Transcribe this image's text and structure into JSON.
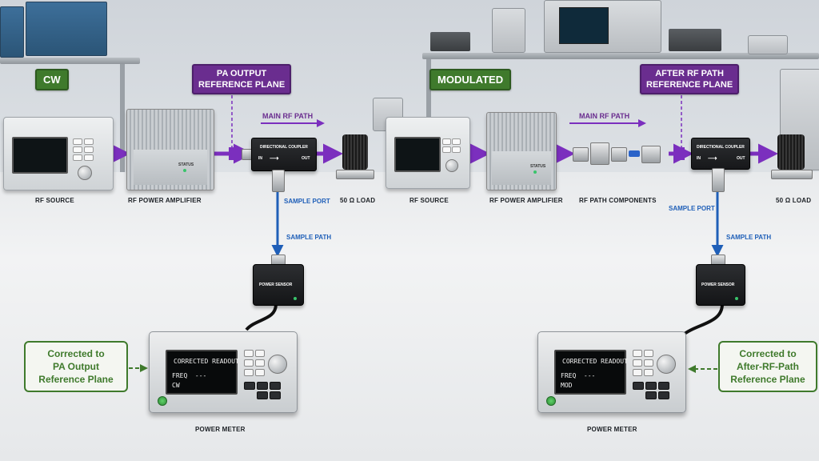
{
  "left": {
    "mode_label": "CW",
    "ref_plane_label": "PA OUTPUT\nREFERENCE PLANE",
    "main_path_label": "MAIN RF PATH",
    "sample_port_label": "SAMPLE PORT",
    "sample_path_label": "SAMPLE PATH",
    "rf_source_label": "RF SOURCE",
    "amp_label": "RF POWER AMPLIFIER",
    "amp_status": "STATUS",
    "load_label": "50 Ω LOAD",
    "coupler_title": "DIRECTIONAL COUPLER",
    "coupler_in": "IN",
    "coupler_out": "OUT",
    "sensor_label": "POWER SENSOR",
    "meter_label": "POWER METER",
    "readout_title": "CORRECTED READOUT",
    "readout_freq": "FREQ  ---",
    "readout_mode": "CW",
    "corrected_note": "Corrected to\nPA Output\nReference Plane"
  },
  "right": {
    "mode_label": "MODULATED",
    "ref_plane_label": "AFTER RF PATH\nREFERENCE PLANE",
    "main_path_label": "MAIN RF PATH",
    "sample_port_label": "SAMPLE PORT",
    "sample_path_label": "SAMPLE PATH",
    "rf_source_label": "RF SOURCE",
    "amp_label": "RF POWER AMPLIFIER",
    "amp_status": "STATUS",
    "path_components_label": "RF PATH COMPONENTS",
    "load_label": "50 Ω LOAD",
    "coupler_title": "DIRECTIONAL COUPLER",
    "coupler_in": "IN",
    "coupler_out": "OUT",
    "sensor_label": "POWER SENSOR",
    "meter_label": "POWER METER",
    "readout_title": "CORRECTED READOUT",
    "readout_freq": "FREQ  ---",
    "readout_mode": "MOD",
    "corrected_note": "Corrected to\nAfter-RF-Path\nReference Plane"
  },
  "colors": {
    "rf_path": "#7b2fbe",
    "sample_path": "#1f5fb8",
    "annotation_green": "#3f7a2c",
    "reference_plane": "#6a2d8f"
  }
}
